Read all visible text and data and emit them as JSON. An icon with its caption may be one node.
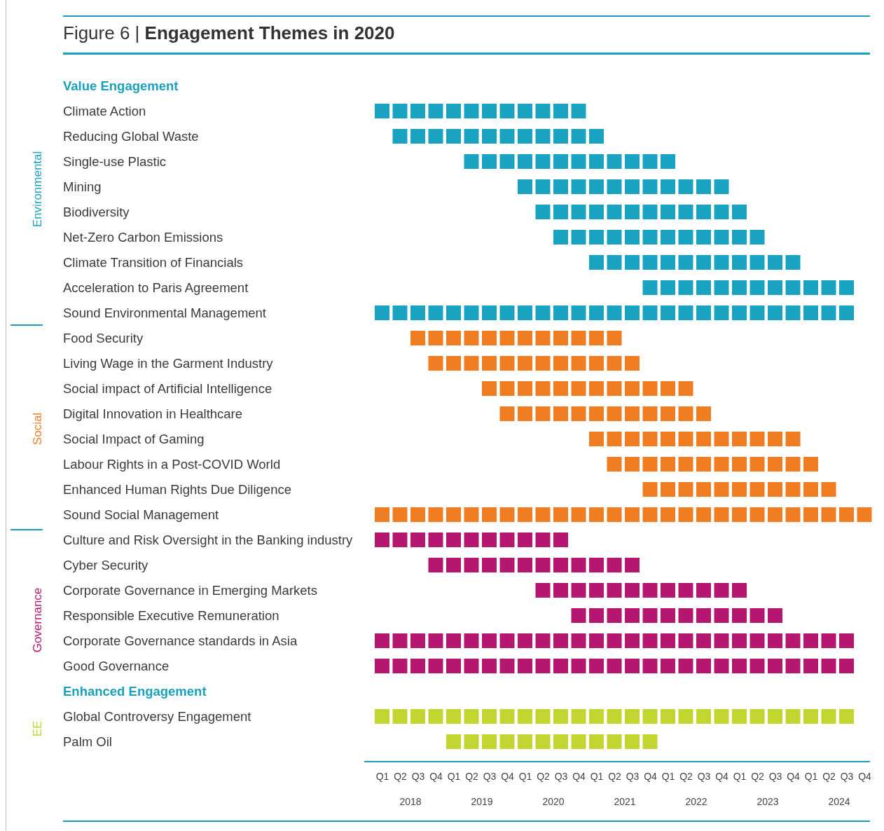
{
  "diagram": {
    "title": "Figure 6 | **Engagement Themes in 2020**",
    "labels": [
      "Value Engagement",
      "Climate Action",
      "Reducing Global Waste",
      "Single-use Plastic",
      "Mining",
      "Biodiversity",
      "Net-Zero Carbon Emissions",
      "Climate Transition of Financials",
      "Acceleration to Paris Agreement",
      "Sound Environmental Management",
      "Food Security",
      "Living Wage in the Garment Industry",
      "Social impact of Artificial Intelligence",
      "Digital Innovation in Healthcare",
      "Social Impact of Gaming",
      "Labour Rights in a Post-COVID World",
      "Enhanced Human Rights Due Diligence",
      "Sound Social Management",
      "Culture and Risk Oversight in the Banking industry",
      "Cyber Security",
      "Corporate Governance in Emerging Markets",
      "Responsible Executive Remuneration",
      "Corporate Governance standards in Asia",
      "Good Governance",
      "Enhanced Engagement",
      "Global Controversy Engagement",
      "Palm Oil",
      "Environmental",
      "Social",
      "Governance",
      "EE",
      "Q1",
      "Q2",
      "Q3",
      "Q4",
      "Q1",
      "Q2",
      "Q3",
      "Q4",
      "Q1",
      "Q2",
      "Q3",
      "Q4",
      "Q1",
      "Q2",
      "Q3",
      "Q4",
      "Q1",
      "Q2",
      "Q3",
      "Q4",
      "Q1",
      "Q2",
      "Q3",
      "Q4",
      "Q1",
      "Q2",
      "Q3",
      "Q4",
      "2018",
      "2019",
      "2020",
      "2021",
      "2022",
      "2023",
      "2024"
    ]
  }
}
